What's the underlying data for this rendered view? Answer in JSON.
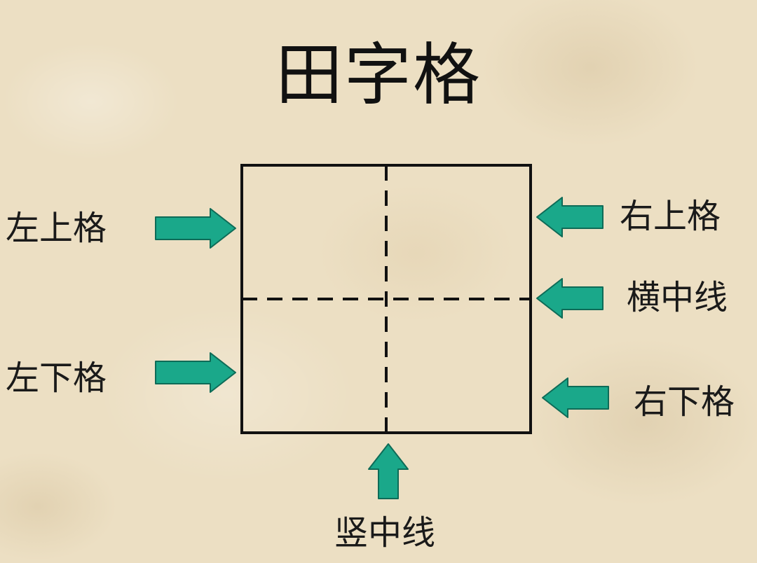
{
  "title": "田字格",
  "labels": {
    "top_left": "左上格",
    "bottom_left": "左下格",
    "top_right": "右上格",
    "horizontal_center": "横中线",
    "bottom_right": "右下格",
    "vertical_center": "竖中线"
  },
  "colors": {
    "arrow": "#1aa88a",
    "arrow_outline": "#0e6b57",
    "grid_line": "#111111"
  },
  "icons": [
    "right-arrow-icon",
    "left-arrow-icon",
    "up-arrow-icon"
  ]
}
